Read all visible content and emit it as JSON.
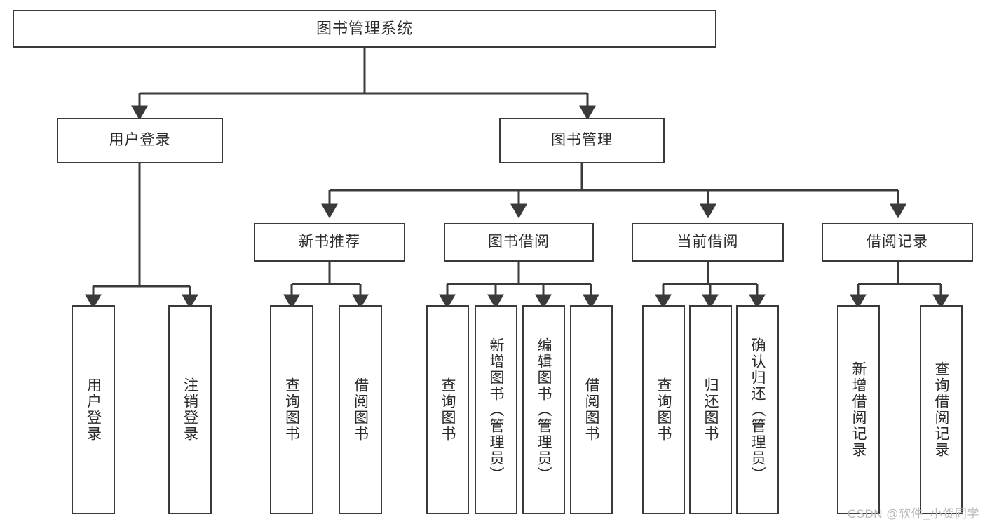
{
  "diagram": {
    "title": "图书管理系统",
    "type": "tree-hierarchy-chart",
    "colors": {
      "background": "#ffffff",
      "node_border": "#3a3a3a",
      "node_fill": "#ffffff",
      "text": "#2b2b2b",
      "edge": "#3a3a3a",
      "watermark": "#b9b9b9"
    },
    "watermark": "CSDN @软件_小贺同学",
    "nodes": {
      "root": {
        "label": "图书管理系统"
      },
      "level2": [
        {
          "label": "用户登录"
        },
        {
          "label": "图书管理"
        }
      ],
      "level3": [
        {
          "label": "新书推荐"
        },
        {
          "label": "图书借阅"
        },
        {
          "label": "当前借阅"
        },
        {
          "label": "借阅记录"
        }
      ],
      "leaves": {
        "user_login": [
          {
            "label": "用户登录"
          },
          {
            "label": "注销登录"
          }
        ],
        "new_book_recommend": [
          {
            "label": "查询图书"
          },
          {
            "label": "借阅图书"
          }
        ],
        "book_borrow": [
          {
            "label": "查询图书"
          },
          {
            "label": "新增图书（管理员）"
          },
          {
            "label": "编辑图书（管理员）"
          },
          {
            "label": "借阅图书"
          }
        ],
        "current_borrow": [
          {
            "label": "查询图书"
          },
          {
            "label": "归还图书"
          },
          {
            "label": "确认归还（管理员）"
          }
        ],
        "borrow_record": [
          {
            "label": "新增借阅记录"
          },
          {
            "label": "查询借阅记录"
          }
        ]
      }
    }
  }
}
